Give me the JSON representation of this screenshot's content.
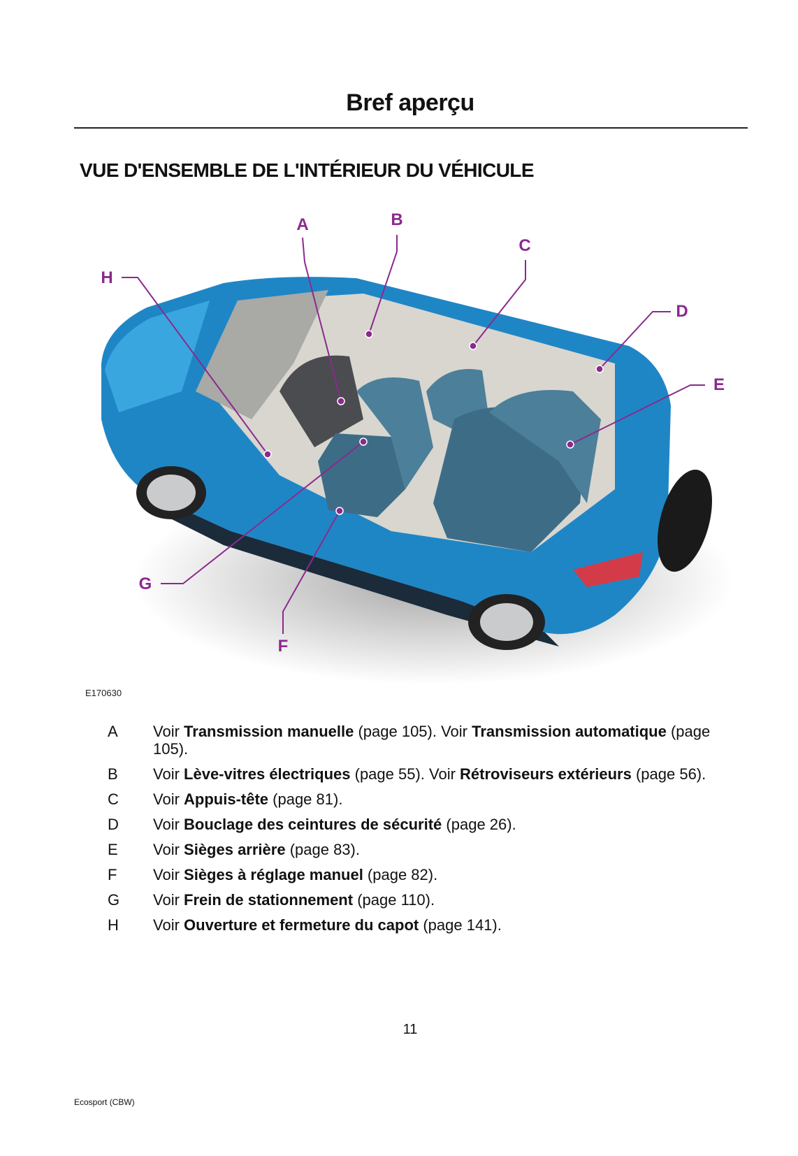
{
  "header": {
    "title": "Bref aperçu"
  },
  "section_title": "VUE D'ENSEMBLE DE L'INTÉRIEUR DU VÉHICULE",
  "figure": {
    "id": "E170630",
    "labels": [
      "A",
      "B",
      "C",
      "D",
      "E",
      "F",
      "G",
      "H"
    ],
    "callout_color": "#8a2a8e",
    "body_color": "#1f86c6"
  },
  "items": [
    {
      "key": "A",
      "pre": "Voir ",
      "bold": "Transmission manuelle",
      "post": " (page 105).  Voir ",
      "bold2": "Transmission automatique",
      "post2": " (page 105)."
    },
    {
      "key": "B",
      "pre": "Voir ",
      "bold": "Lève-vitres électriques",
      "post": " (page 55).  Voir ",
      "bold2": "Rétroviseurs extérieurs",
      "post2": " (page 56)."
    },
    {
      "key": "C",
      "pre": "Voir ",
      "bold": "Appuis-tête",
      "post": " (page 81)."
    },
    {
      "key": "D",
      "pre": "Voir ",
      "bold": "Bouclage des ceintures de sécurité",
      "post": " (page 26)."
    },
    {
      "key": "E",
      "pre": "Voir ",
      "bold": "Sièges arrière",
      "post": " (page 83)."
    },
    {
      "key": "F",
      "pre": "Voir ",
      "bold": "Sièges à réglage manuel",
      "post": " (page 82)."
    },
    {
      "key": "G",
      "pre": "Voir ",
      "bold": "Frein de stationnement",
      "post": " (page 110)."
    },
    {
      "key": "H",
      "pre": "Voir ",
      "bold": "Ouverture et fermeture du capot",
      "post": " (page 141)."
    }
  ],
  "page_number": "11",
  "footer": "Ecosport (CBW)"
}
